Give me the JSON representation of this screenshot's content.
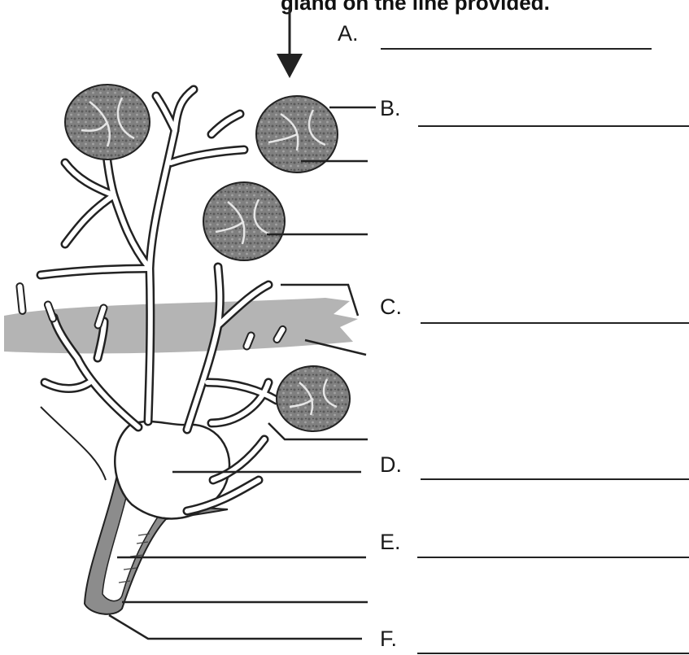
{
  "heading": "gland on the line provided.",
  "labels": [
    "A.",
    "B.",
    "C.",
    "D.",
    "E.",
    "F."
  ],
  "colors": {
    "ink": "#222222",
    "acinus_fill": "#7a7a7a",
    "muscle_band": "#b4b4b4",
    "duct_wall": "#8c8c8c",
    "background": "#ffffff"
  }
}
